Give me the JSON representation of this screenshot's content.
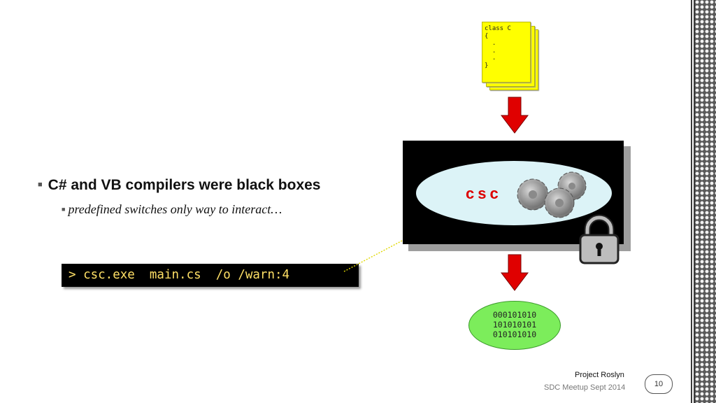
{
  "bullets": {
    "main": "C# and VB compilers were black boxes",
    "sub": "predefined switches only way to interact…"
  },
  "command": {
    "text": "> csc.exe  main.cs  /o /warn:4"
  },
  "source_file": {
    "lines": [
      "class C",
      "{",
      "  .",
      "  .",
      "  .",
      "}"
    ]
  },
  "compiler": {
    "label": "csc"
  },
  "output": {
    "lines": [
      "000101010",
      "101010101",
      "010101010"
    ]
  },
  "footer": {
    "title": "Project Roslyn",
    "subtitle": "SDC Meetup Sept 2014",
    "page_number": "10"
  },
  "colors": {
    "arrow": "#e00000",
    "page": "#ffff00",
    "compiler_box": "#000000",
    "ellipse": "#dcf3f7",
    "csc_text": "#dd0000",
    "binary_bubble": "#7ced5b",
    "command_text": "#ffe066"
  },
  "icons": [
    "gears-icon",
    "padlock-icon",
    "arrow-down-icon",
    "document-stack-icon"
  ]
}
